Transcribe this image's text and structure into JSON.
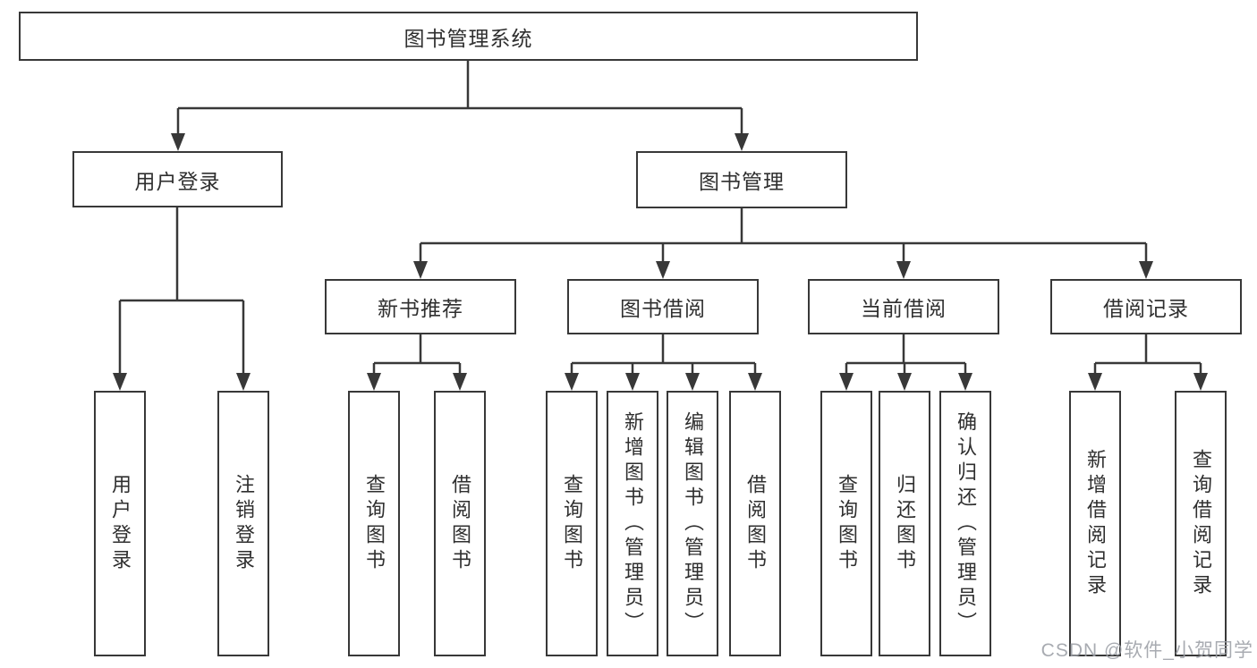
{
  "tree": {
    "root": {
      "label": "图书管理系统",
      "children": [
        {
          "label": "用户登录",
          "children": [
            {
              "label": "用户登录"
            },
            {
              "label": "注销登录"
            }
          ]
        },
        {
          "label": "图书管理",
          "children": [
            {
              "label": "新书推荐",
              "children": [
                {
                  "label": "查询图书"
                },
                {
                  "label": "借阅图书"
                }
              ]
            },
            {
              "label": "图书借阅",
              "children": [
                {
                  "label": "查询图书"
                },
                {
                  "label": "新增图书（管理员）"
                },
                {
                  "label": "编辑图书（管理员）"
                },
                {
                  "label": "借阅图书"
                }
              ]
            },
            {
              "label": "当前借阅",
              "children": [
                {
                  "label": "查询图书"
                },
                {
                  "label": "归还图书"
                },
                {
                  "label": "确认归还（管理员）"
                }
              ]
            },
            {
              "label": "借阅记录",
              "children": [
                {
                  "label": "新增借阅记录"
                },
                {
                  "label": "查询借阅记录"
                }
              ]
            }
          ]
        }
      ]
    }
  },
  "watermark": "CSDN @软件_小贺同学",
  "colors": {
    "line": "#383838",
    "text": "#2f2f2f",
    "background": "#ffffff",
    "watermark": "#9c9fa6"
  }
}
